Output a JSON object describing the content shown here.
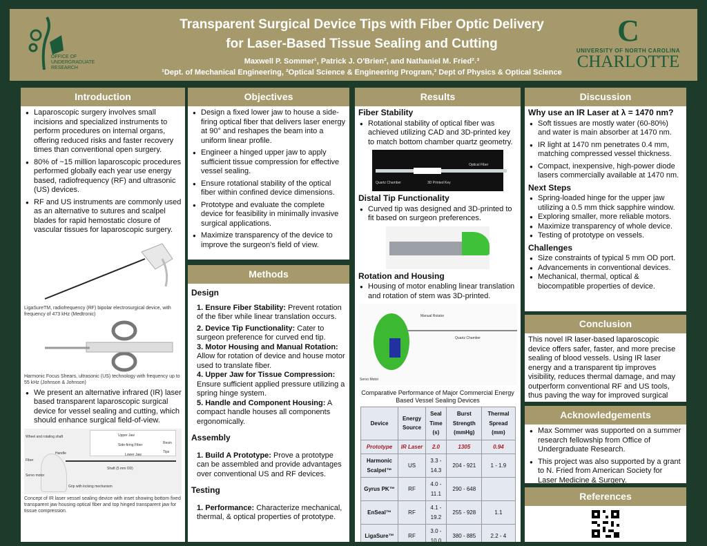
{
  "header": {
    "title_line1": "Transparent Surgical Device Tips with Fiber Optic Delivery",
    "title_line2": "for Laser-Based Tissue Sealing and Cutting",
    "authors": "Maxwell P. Sommer¹, Patrick J. O'Brien², and Nathaniel M. Fried²˒³",
    "affiliations": "¹Dept. of Mechanical Engineering, ²Optical Science & Engineering Program,³ Dept of Physics & Optical Science",
    "logo_left": "OFFICE OF UNDERGRADUATE RESEARCH",
    "logo_right_top": "UNIVERSITY OF NORTH CAROLINA",
    "logo_right_bottom": "CHARLOTTE"
  },
  "introduction": {
    "title": "Introduction",
    "bullets": [
      "Laparoscopic surgery involves small incisions and specialized instruments to perform procedures on internal organs, offering reduced risks and faster recovery times than conventional open surgery.",
      "80% of ~15 million laparoscopic procedures performed globally each year use energy based, radiofrequency (RF) and ultrasonic (US) devices.",
      "RF and US instruments are commonly used as an alternative to sutures and scalpel blades for rapid hemostatic closure of vascular tissues for laparoscopic surgery."
    ],
    "caption1": "LigaSureTM, radiofrequency (RF) bipolar electrosurgical device, with frequency of 473 kHz (Medtronic)",
    "caption2": "Harmonic Focus Shears, ultrasonic (US) technology with frequency up to 55 kHz (Johnson & Johnson)",
    "bullet4": "We present an alternative infrared (IR) laser based transparent laparoscopic surgical device for vessel sealing and cutting, which should enhance surgical field-of-view.",
    "diagram_labels": [
      "Wheel and rotating shaft",
      "Handle",
      "Fiber",
      "Servo motor",
      "Grip with locking mechanism",
      "Shaft (5 mm OD)",
      "Upper Jaw",
      "Side-firing Fiber",
      "Lower Jaw",
      "Resin Tips"
    ],
    "caption3": "Concept of IR laser vessel sealing device with inset showing bottom fixed transparent jaw housing optical fiber and top hinged transparent jaw for tissue compression."
  },
  "objectives": {
    "title": "Objectives",
    "bullets": [
      "Design a fixed lower jaw to house a side-firing optical fiber that delivers laser energy at 90° and reshapes the beam into a uniform linear profile.",
      "Engineer a hinged upper jaw to apply sufficient tissue compression for effective vessel sealing.",
      "Ensure rotational stability of the optical fiber within confined device dimensions.",
      "Prototype and evaluate the complete device for feasibility in minimally invasive surgical applications.",
      "Maximize transparency of the device to improve the surgeon's field of view."
    ]
  },
  "methods": {
    "title": "Methods",
    "design_heading": "Design",
    "design_items": [
      {
        "b": "1. Ensure Fiber Stability:",
        "t": " Prevent rotation of the fiber while linear translation occurs."
      },
      {
        "b": "2. Device Tip Functionality:",
        "t": " Cater to surgeon preference for curved end tip."
      },
      {
        "b": "3. Motor Housing and Manual Rotation:",
        "t": " Allow for rotation of device and house motor used to translate fiber."
      },
      {
        "b": "4. Upper Jaw for Tissue Compression:",
        "t": " Ensure sufficient applied pressure utilizing a spring hinge system."
      },
      {
        "b": "5. Handle and Component Housing:",
        "t": " A compact handle houses all components ergonomically."
      }
    ],
    "assembly_heading": "Assembly",
    "assembly_b": "1. Build A Prototype:",
    "assembly_t": "  Prove a prototype can be assembled and provide advantages over conventional US and RF devices.",
    "testing_heading": "Testing",
    "testing_b": "1. Performance:",
    "testing_t": " Characterize mechanical, thermal, & optical properties of prototype."
  },
  "results": {
    "title": "Results",
    "fiber_heading": "Fiber Stability",
    "fiber_bullet": "Rotational stability of optical fiber was achieved utilizing CAD and 3D-printed key to match bottom chamber quartz geometry.",
    "fiber_labels": [
      "Optical Fiber",
      "Quartz Chamber",
      "3D Printed Key"
    ],
    "tip_heading": "Distal Tip Functionality",
    "tip_bullet": "Curved tip was designed and 3D-printed to fit based on surgeon preferences.",
    "rot_heading": "Rotation and Housing",
    "rot_bullet": "Housing of motor enabling linear translation and rotation of stem was 3D-printed.",
    "rot_labels": [
      "Manual Rotator",
      "Quartz Chamber",
      "Servo Motor"
    ],
    "table_caption": "Comparative Performance of Major Commercial Energy Based Vessel Sealing Devices",
    "table_headers": [
      "Device",
      "Energy Source",
      "Seal Time (s)",
      "Burst Strength (mmHg)",
      "Thermal Spread (mm)"
    ],
    "table_rows": [
      [
        "Prototype",
        "IR Laser",
        "2.0",
        "1305",
        "0.94"
      ],
      [
        "Harmonic Scalpel™",
        "US",
        "3.3 - 14.3",
        "204 - 921",
        "1 - 1.9"
      ],
      [
        "Gyrus PK™",
        "RF",
        "4.0 - 11.1",
        "290 - 648",
        ""
      ],
      [
        "EnSeal™",
        "RF",
        "4.1 - 19.2",
        "255 - 928",
        "1.1"
      ],
      [
        "LigaSure™",
        "RF",
        "3.0 - 10.0",
        "380 - 885",
        "2.2 - 4"
      ]
    ]
  },
  "discussion": {
    "title": "Discussion",
    "why_heading": "Why use an IR Laser at λ = 1470 nm?",
    "why_bullets": [
      "Soft tissues are mostly water (60-80%) and water is main absorber at 1470 nm.",
      "IR light at 1470 nm penetrates 0.4 mm, matching compressed vessel thickness.",
      "Compact, inexpensive, high-power diode lasers commercially available at 1470 nm."
    ],
    "next_heading": "Next Steps",
    "next_bullets": [
      "Spring-loaded hinge for the upper jaw utilizing a 0.5 mm thick sapphire window.",
      "Exploring smaller, more reliable motors.",
      "Maximize transparency of whole device.",
      "Testing of prototype on vessels."
    ],
    "chal_heading": "Challenges",
    "chal_bullets": [
      "Size constraints of typical 5 mm OD port.",
      "Advancements in conventional devices.",
      "Mechanical, thermal, optical & biocompatible properties of device."
    ]
  },
  "conclusion": {
    "title": "Conclusion",
    "text": "This novel IR laser-based laparoscopic device offers safer, faster, and more precise sealing of blood vessels. Using IR laser energy and a transparent tip improves visibility, reduces thermal damage, and may outperform conventional RF and US tools, thus paving the way for improved surgical outcomes."
  },
  "acknowledgements": {
    "title": "Acknowledgements",
    "bullets": [
      "Max Sommer was supported on a summer research fellowship from Office of Undergraduate Research.",
      "This project was also supported by a grant to N. Fried from American Society for Laser Medicine & Surgery."
    ]
  },
  "references": {
    "title": "References",
    "qr_icon": "qr-code-icon"
  },
  "colors": {
    "background": "#1d3b2a",
    "accent": "#a69a6c",
    "highlight": "#a3202a"
  }
}
